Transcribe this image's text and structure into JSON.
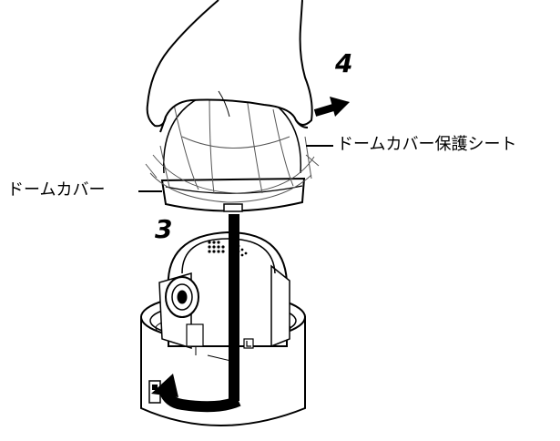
{
  "steps": {
    "step3": "3",
    "step4": "4"
  },
  "labels": {
    "dome_cover": "ドームカバー",
    "dome_cover_protective_sheet": "ドームカバー保護シート"
  },
  "icons": {
    "hand": "hand-icon",
    "dome": "dome-cover-icon",
    "camera": "camera-unit-icon",
    "arrow_pull": "arrow-right-icon",
    "arrow_rotate": "rotate-arrow-icon"
  }
}
